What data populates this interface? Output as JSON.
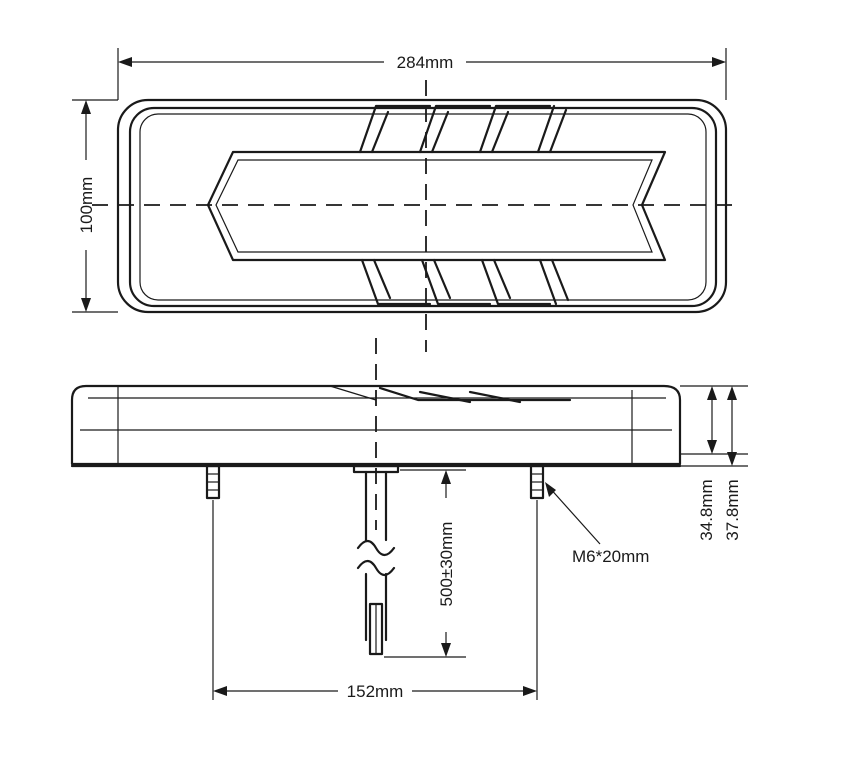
{
  "dimensions": {
    "length": "284mm",
    "height": "100mm",
    "depth_body": "34.8mm",
    "depth_total": "37.8mm",
    "bolt_spacing": "152mm",
    "cable_length": "500±30mm",
    "bolt_spec": "M6*20mm"
  }
}
